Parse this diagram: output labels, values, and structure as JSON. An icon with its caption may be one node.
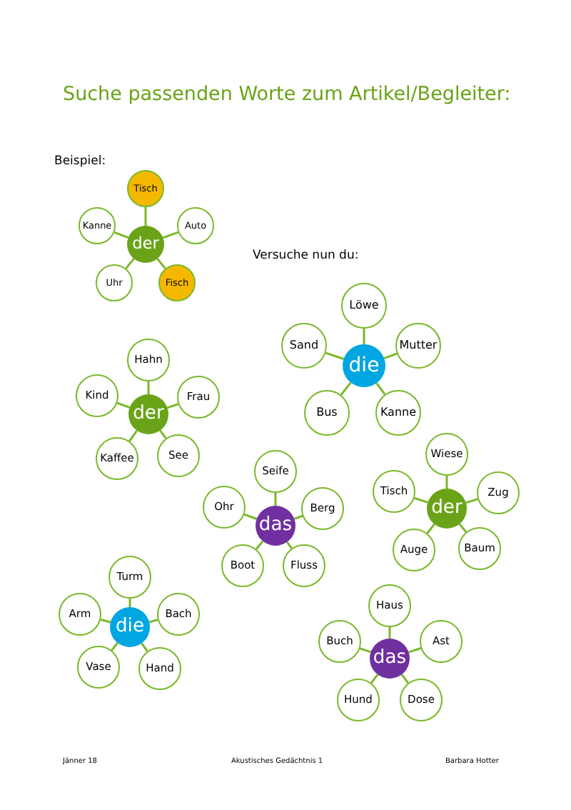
{
  "diagram": {
    "title": "Suche passenden Worte zum Artikel/Begleiter:",
    "nodes": [
      {
        "text": [
          "der"
        ]
      },
      {
        "text": [
          "Tisch"
        ]
      },
      {
        "text": [
          "Auto"
        ]
      },
      {
        "text": [
          "Fisch"
        ]
      },
      {
        "text": [
          "Uhr"
        ]
      },
      {
        "text": [
          "Kanne"
        ]
      },
      {
        "text": [
          "die"
        ]
      },
      {
        "text": [
          "Löwe"
        ]
      },
      {
        "text": [
          "Mutter"
        ]
      },
      {
        "text": [
          "Kanne"
        ]
      },
      {
        "text": [
          "Bus"
        ]
      },
      {
        "text": [
          "Sand"
        ]
      },
      {
        "text": [
          "der"
        ]
      },
      {
        "text": [
          "Hahn"
        ]
      },
      {
        "text": [
          "Frau"
        ]
      },
      {
        "text": [
          "See"
        ]
      },
      {
        "text": [
          "Kaffee"
        ]
      },
      {
        "text": [
          "Kind"
        ]
      },
      {
        "text": [
          "das"
        ]
      },
      {
        "text": [
          "Seife"
        ]
      },
      {
        "text": [
          "Berg"
        ]
      },
      {
        "text": [
          "Fluss"
        ]
      },
      {
        "text": [
          "Boot"
        ]
      },
      {
        "text": [
          "Ohr"
        ]
      },
      {
        "text": [
          "der"
        ]
      },
      {
        "text": [
          "Wiese"
        ]
      },
      {
        "text": [
          "Zug"
        ]
      },
      {
        "text": [
          "Baum"
        ]
      },
      {
        "text": [
          "Auge"
        ]
      },
      {
        "text": [
          "Tisch"
        ]
      },
      {
        "text": [
          "die"
        ]
      },
      {
        "text": [
          "Turm"
        ]
      },
      {
        "text": [
          "Bach"
        ]
      },
      {
        "text": [
          "Hand"
        ]
      },
      {
        "text": [
          "Vase"
        ]
      },
      {
        "text": [
          "Arm"
        ]
      },
      {
        "text": [
          "das"
        ]
      },
      {
        "text": [
          "Haus"
        ]
      },
      {
        "text": [
          "Ast"
        ]
      },
      {
        "text": [
          "Dose"
        ]
      },
      {
        "text": [
          "Hund"
        ]
      },
      {
        "text": [
          "Buch"
        ]
      }
    ],
    "edges": [
      {
        "from": 0,
        "to": 1,
        "arrow": "none"
      },
      {
        "from": 0,
        "to": 2,
        "arrow": "none"
      },
      {
        "from": 0,
        "to": 3,
        "arrow": "none"
      },
      {
        "from": 0,
        "to": 4,
        "arrow": "none"
      },
      {
        "from": 0,
        "to": 5,
        "arrow": "none"
      },
      {
        "from": 6,
        "to": 7,
        "arrow": "none"
      },
      {
        "from": 6,
        "to": 8,
        "arrow": "none"
      },
      {
        "from": 6,
        "to": 9,
        "arrow": "none"
      },
      {
        "from": 6,
        "to": 10,
        "arrow": "none"
      },
      {
        "from": 6,
        "to": 11,
        "arrow": "none"
      },
      {
        "from": 12,
        "to": 13,
        "arrow": "none"
      },
      {
        "from": 12,
        "to": 14,
        "arrow": "none"
      },
      {
        "from": 12,
        "to": 15,
        "arrow": "none"
      },
      {
        "from": 12,
        "to": 16,
        "arrow": "none"
      },
      {
        "from": 12,
        "to": 17,
        "arrow": "none"
      },
      {
        "from": 18,
        "to": 19,
        "arrow": "none"
      },
      {
        "from": 18,
        "to": 20,
        "arrow": "none"
      },
      {
        "from": 18,
        "to": 21,
        "arrow": "none"
      },
      {
        "from": 18,
        "to": 22,
        "arrow": "none"
      },
      {
        "from": 18,
        "to": 23,
        "arrow": "none"
      },
      {
        "from": 24,
        "to": 25,
        "arrow": "none"
      },
      {
        "from": 24,
        "to": 26,
        "arrow": "none"
      },
      {
        "from": 24,
        "to": 27,
        "arrow": "none"
      },
      {
        "from": 24,
        "to": 28,
        "arrow": "none"
      },
      {
        "from": 24,
        "to": 29,
        "arrow": "none"
      },
      {
        "from": 30,
        "to": 31,
        "arrow": "none"
      },
      {
        "from": 30,
        "to": 32,
        "arrow": "none"
      },
      {
        "from": 30,
        "to": 33,
        "arrow": "none"
      },
      {
        "from": 30,
        "to": 34,
        "arrow": "none"
      },
      {
        "from": 30,
        "to": 35,
        "arrow": "none"
      },
      {
        "from": 36,
        "to": 37,
        "arrow": "none"
      },
      {
        "from": 36,
        "to": 38,
        "arrow": "none"
      },
      {
        "from": 36,
        "to": 39,
        "arrow": "none"
      },
      {
        "from": 36,
        "to": 40,
        "arrow": "none"
      },
      {
        "from": 36,
        "to": 41,
        "arrow": "none"
      }
    ],
    "labels": [
      "Beispiel:",
      "Versuche nun du:",
      "Jänner 18",
      "Akustisches Gedächtnis 1",
      "Barbara Hotter"
    ]
  }
}
